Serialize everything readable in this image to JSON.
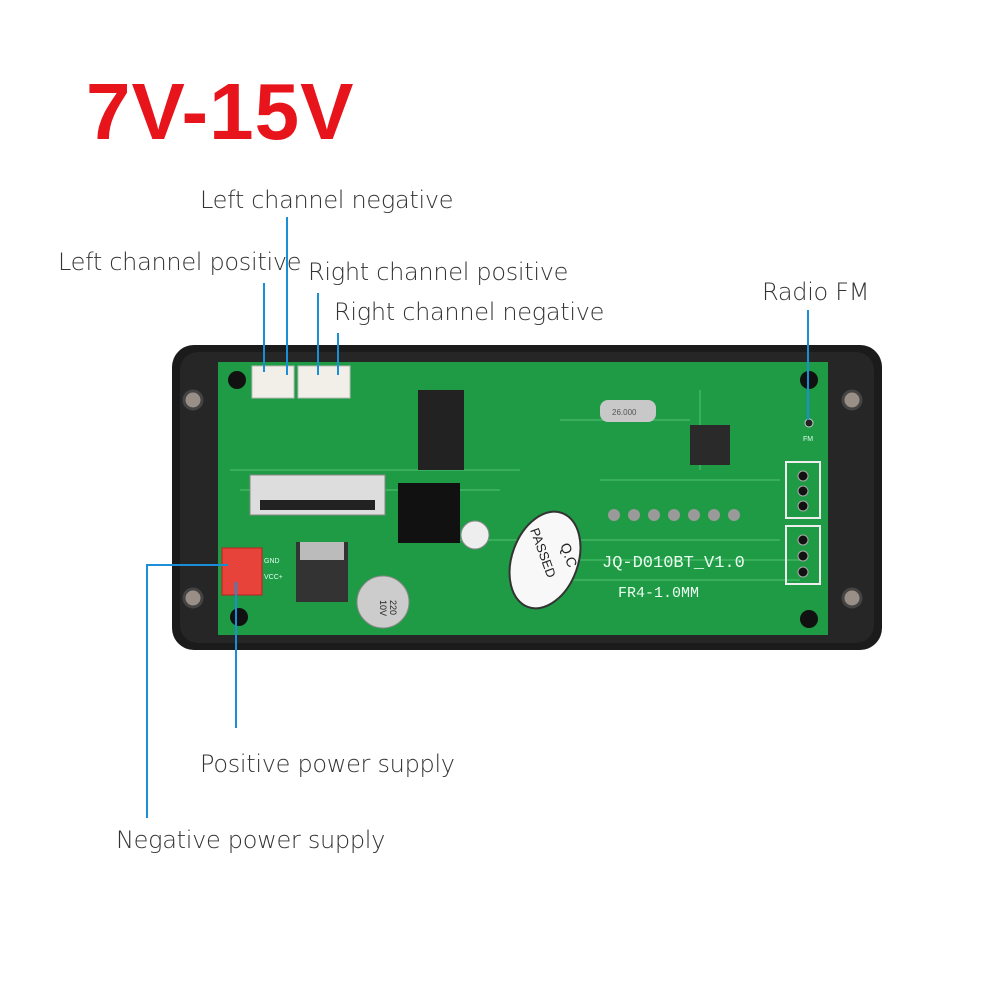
{
  "title": "7V-15V",
  "labels": {
    "left_neg": "Left channel negative",
    "left_pos": "Left channel positive",
    "right_pos": "Right channel positive",
    "right_neg": "Right channel negative",
    "radio_fm": "Radio FM",
    "pos_power": "Positive power supply",
    "neg_power": "Negative power supply"
  },
  "board": {
    "model": "JQ-D010BT_V1.0",
    "material": "FR4-1.0MM",
    "qc_sticker": [
      "Q.C",
      "PASSED"
    ],
    "fm_mark": "FM",
    "gnd_mark": "GND",
    "vcc_mark": "VCC+",
    "cap_text": [
      "220",
      "10V"
    ],
    "crystal": "26.000"
  },
  "colors": {
    "title": "#e8141c",
    "callout_line": "#1a8fd8",
    "pcb": "#1f9a45",
    "enclosure": "#1a1a1a"
  }
}
